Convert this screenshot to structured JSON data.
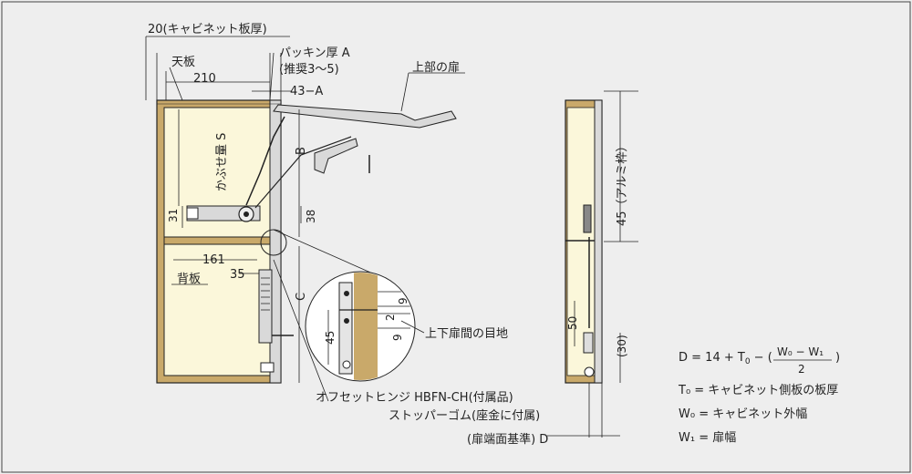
{
  "colors": {
    "background": "#eeeeee",
    "panel_wood": "#c9a96a",
    "panel_inner": "#fbf7da",
    "metal": "#d9d9d9",
    "line": "#222222"
  },
  "labels": {
    "cabinet_thickness": "20(キャビネット板厚)",
    "top_panel": "天板",
    "packing_thickness": "パッキン厚 A",
    "packing_recommend": "(推奨3～5)",
    "upper_door": "上部の扉",
    "dim_210": "210",
    "dim_43a": "43−A",
    "overlap": "かぶせ量 S",
    "dim_b": "B",
    "dim_31": "31",
    "dim_38": "38",
    "dim_161": "161",
    "dim_35": "35",
    "back_panel": "背板",
    "dim_c": "C",
    "dim_9": "9",
    "dim_2": "2",
    "dim_9b": "9",
    "dim_45": "45",
    "door_gap": "上下扉間の目地",
    "hinge": "オフセットヒンジ HBFN-CH(付属品)",
    "stopper": "ストッパーゴム(座金に付属)",
    "door_ref": "(扉端面基準) D",
    "alu_frame": "45（アルミ枠）",
    "dim_50": "50",
    "dim_30": "(30)"
  },
  "formula": {
    "d_lhs": "D = 14 + T",
    "d_sub": "0",
    "d_mid": " − (",
    "num": "W₀ − W₁",
    "den": "2",
    "close": ")",
    "t0": "T₀ = キャビネット側板の板厚",
    "w0": "W₀ = キャビネット外幅",
    "w1": "W₁ = 扉幅"
  }
}
